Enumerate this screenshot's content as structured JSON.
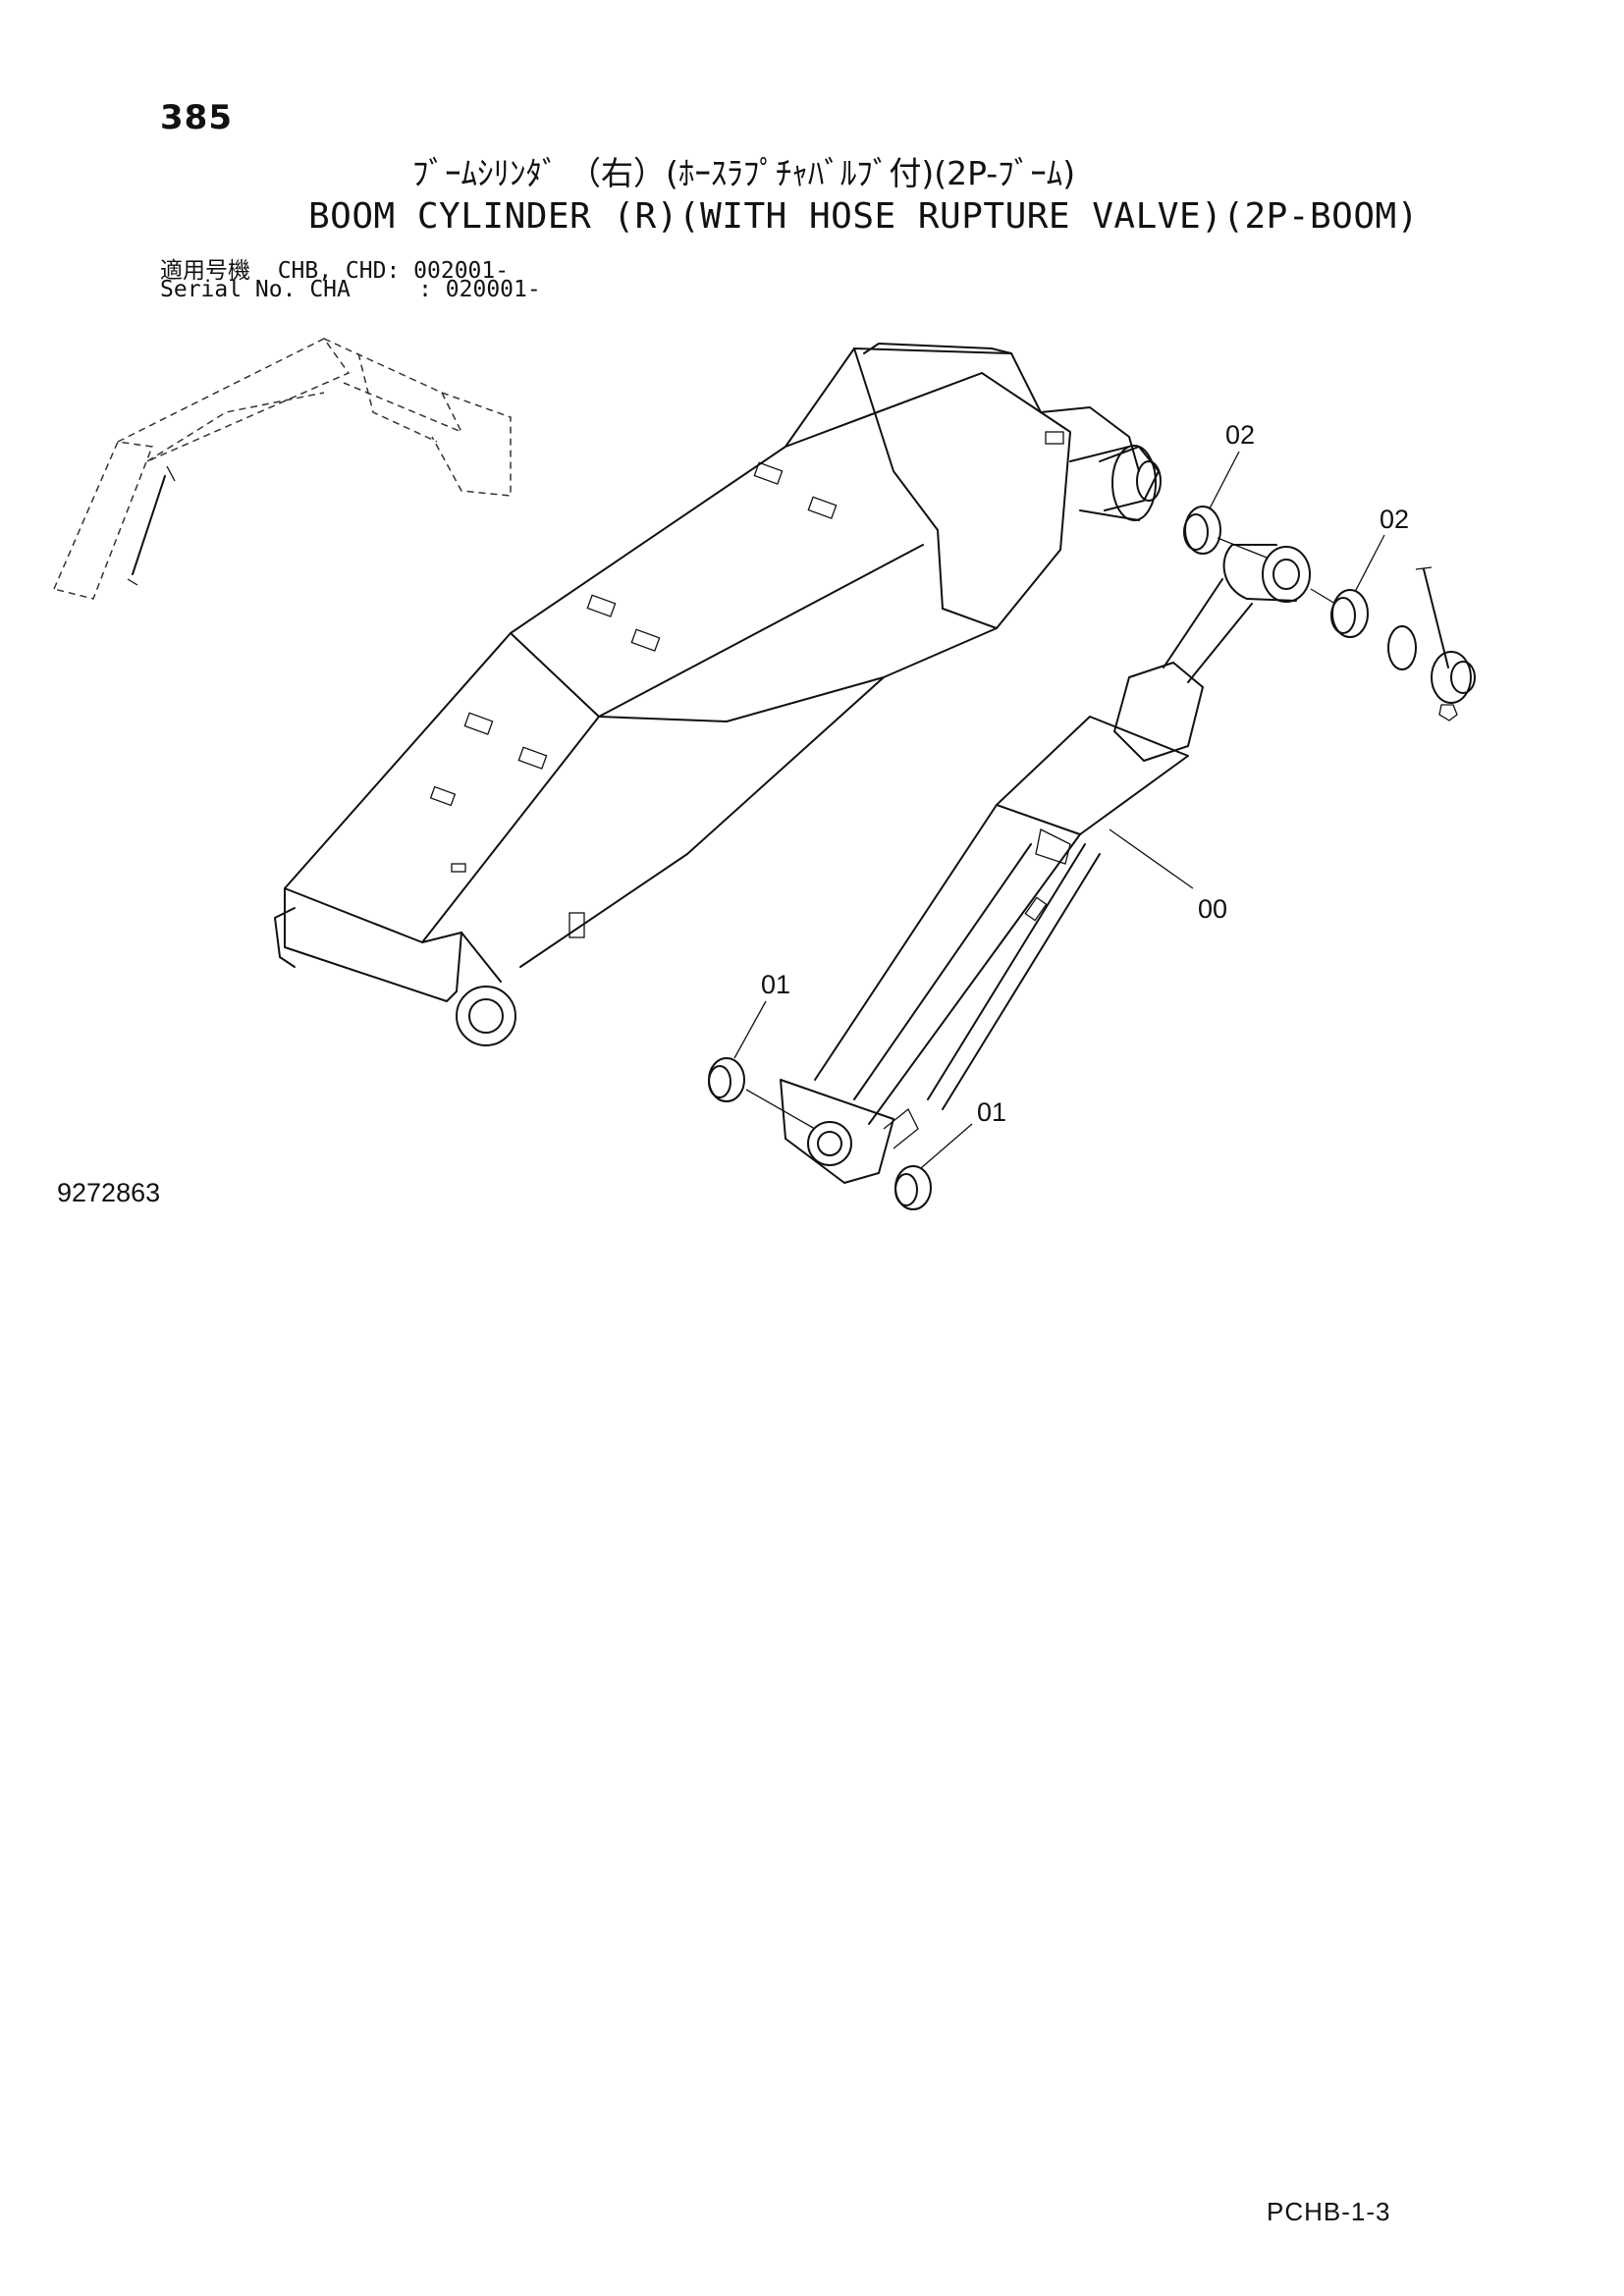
{
  "header": {
    "page_number": "385",
    "title_jp": "ﾌﾞｰﾑｼﾘﾝﾀﾞ （右）(ﾎｰｽﾗﾌﾟﾁｬﾊﾞﾙﾌﾞ付)(2P-ﾌﾞｰﾑ)",
    "title_en": "BOOM CYLINDER (R)(WITH HOSE RUPTURE VALVE)(2P-BOOM)",
    "applicability_line1": "適用号機  CHB, CHD: 002001-",
    "applicability_line2": "Serial No. CHA     : 020001-"
  },
  "diagram": {
    "callouts": {
      "c00": "00",
      "c01a": "01",
      "c01b": "01",
      "c02a": "02",
      "c02b": "02"
    }
  },
  "footer": {
    "drawing_number": "9272863",
    "page_code": "PCHB-1-3"
  }
}
